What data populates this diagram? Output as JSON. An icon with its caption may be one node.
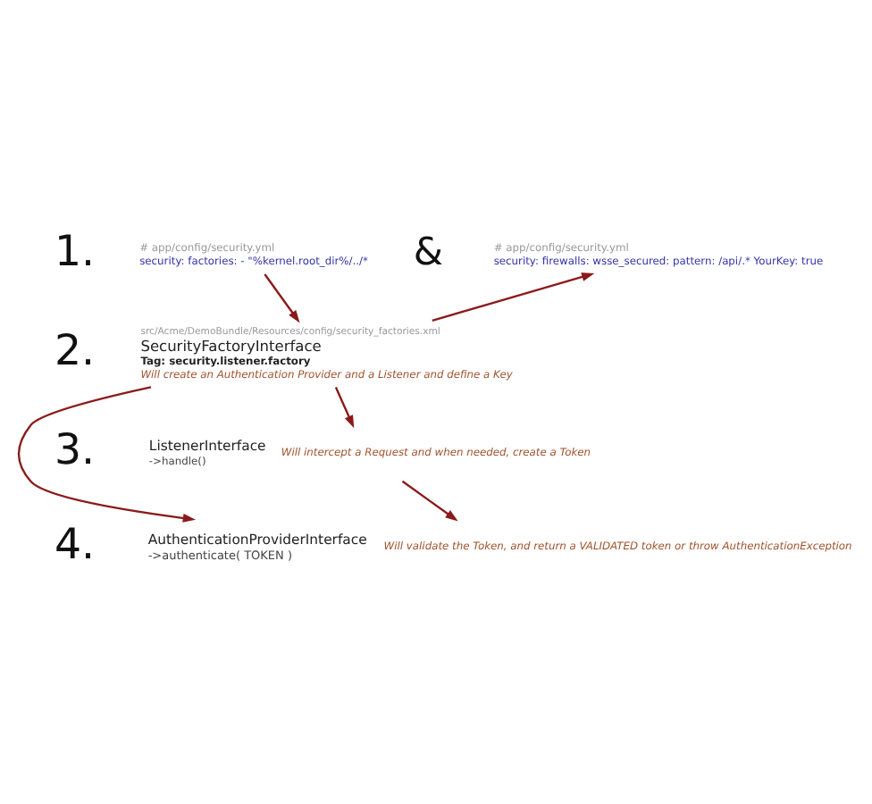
{
  "diagram": {
    "nodes": [
      {
        "text": [
          "# app/config/security.yml",
          "security: factories: - \"%kernel.root_dir%/../*"
        ]
      },
      {
        "text": [
          "# app/config/security.yml",
          "security: firewalls: wsse_secured: pattern: /api/.* YourKey: true"
        ]
      },
      {
        "text": [
          "src/Acme/DemoBundle/Resources/config/security_factories.xml",
          "SecurityFactoryInterface",
          "Tag: security.listener.factory",
          "Will create an Authentication Provider and a Listener and define a Key"
        ]
      },
      {
        "text": [
          "ListenerInterface",
          "->handle()"
        ],
        "beside": [
          "Will intercept a Request and when needed, create a Token"
        ]
      },
      {
        "text": [
          "AuthenticationProviderInterface",
          "->authenticate( TOKEN )"
        ],
        "beside": [
          "Will validate the Token, and return a VALIDATED token or throw AuthenticationException"
        ]
      }
    ],
    "edges": [
      {
        "from": 0,
        "to": 2,
        "arrow": "to"
      },
      {
        "from": 2,
        "to": 1,
        "arrow": "to"
      },
      {
        "from": 2,
        "to": 3,
        "arrow": "to"
      },
      {
        "from": 2,
        "to": 4,
        "arrow": "to"
      },
      {
        "from": 3,
        "to": 4,
        "arrow": "to"
      }
    ],
    "labels": [
      "1.",
      "&",
      "2.",
      "3.",
      "4."
    ]
  }
}
